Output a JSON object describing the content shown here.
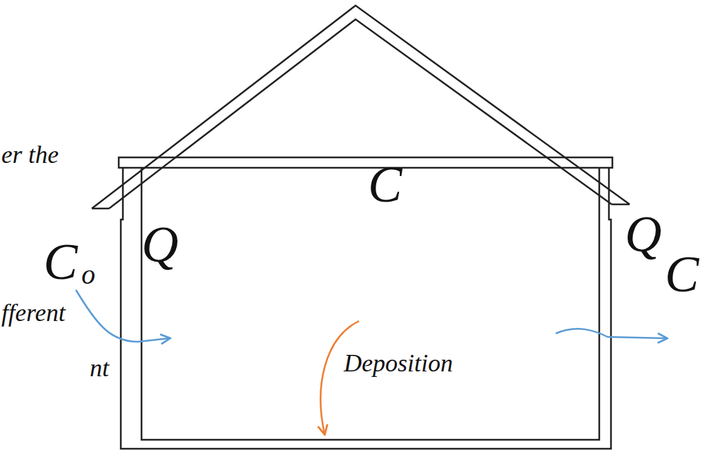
{
  "diagram": {
    "labels": [
      "er the",
      "C",
      "Q",
      "Q",
      "C",
      "o",
      "C",
      "fferent",
      "Deposition",
      "nt"
    ]
  }
}
